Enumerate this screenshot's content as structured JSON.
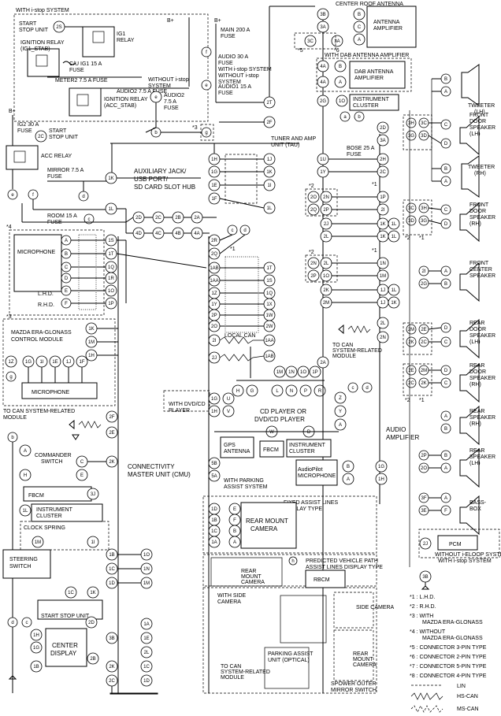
{
  "labels": {
    "with_istop_system": "WITH i-stop SYSTEM",
    "start_stop_unit_1": "START\nSTOP UNIT",
    "ig1_relay": "IG1\nRELAY",
    "ignition_relay_ig1": "IGNITION RELAY\n(IG1_STAB)",
    "cu_ig1_fuse": "C/U IG1 15 A\nFUSE",
    "meter2_fuse": "METER2 7.5 A FUSE",
    "audio2_fuse_left": "AUDIO2 7.5 A FUSE",
    "ignition_relay_acc": "IGNITION RELAY\n(ACC_STAB)",
    "bplus_1": "B+",
    "bplus_2": "B+",
    "bplus_3": "B+",
    "ig2_fuse": "IG2 30 A\nFUSE",
    "start_stop_unit_2": "START\nSTOP UNIT",
    "acc_relay": "ACC RELAY",
    "mirror_fuse": "MIRROR 7.5 A\nFUSE",
    "room_fuse": "ROOM 15 A\nFUSE",
    "without_istop_system": "WITHOUT i-stop\nSYSTEM",
    "audio2_fuse_mid": "AUDIO2\n7.5 A\nFUSE",
    "main_fuse": "MAIN 200 A\nFUSE",
    "audio_30a_fuse": "AUDIO 30 A\nFUSE",
    "with_without_istop": "WITH i-stop SYSTEM\nWITHOUT i-stop\nSYSTEM",
    "audio1_fuse": "AUDIO1 15 A\nFUSE",
    "center_roof_antenna": "CENTER ROOF ANTENNA",
    "antenna_amplifier": "ANTENNA\nAMPLIFIER",
    "with_dab_antenna_amplifier": "WITH DAB ANTENNA AMPLIFIER",
    "dab_antenna_amplifier": "DAB ANTENNA\nAMPLIFIER",
    "instrument_cluster_top": "INSTRUMENT\nCLUSTER",
    "bose_fuse": "BOSE 25 A\nFUSE",
    "tuner_amp_unit": "TUNER AND AMP\nUNIT (TAU)",
    "aux_jack": "AUXILIARY JACK/\nUSB PORT/\nSD CARD SLOT HUB",
    "tweeter_lh": "TWEETER\n(LH)",
    "front_door_speaker_lh": "FRONT\nDOOR\nSPEAKER\n(LH)",
    "tweeter_rh": "TWEETER\n(RH)",
    "front_door_speaker_rh": "FRONT\nDOOR\nSPEAKER\n(RH)",
    "front_center_speaker": "FRONT\nCENTER\nSPEAKER",
    "rear_door_speaker_lh": "REAR\nDOOR\nSPEAKER\n(LH)",
    "rear_door_speaker_rh": "REAR\nDOOR\nSPEAKER\n(RH)",
    "rear_speaker_rh": "REAR\nSPEAKER\n(RH)",
    "rear_speaker_lh": "REAR\nSPEAKER\n(LH)",
    "bass_box": "BASS-\nBOX",
    "pcm": "PCM",
    "without_iloop": "WITHOUT i-ELOOP SYSTEM\nWITH i-stop SYSTEM",
    "microphone_1": "MICROPHONE",
    "lhd": "L.H.D.",
    "rhd": "R.H.D.",
    "mazda_era_glonass": "MAZDA ERA-GLONASS\nCONTROL MODULE",
    "microphone_2": "MICROPHONE",
    "local_can": "LOCAL CAN",
    "to_can_module_1": "TO CAN SYSTEM-RELATED\nMODULE",
    "to_can_module_2": "TO CAN\nSYSTEM-RELATED\nMODULE",
    "with_dvd_player": "WITH DVD/CD\nPLAYER",
    "cd_dvd_player": "CD PLAYER OR\nDVD/CD PLAYER",
    "gps_antenna": "GPS\nANTENNA",
    "fbcm_1": "FBCM",
    "instrument_cluster_mid": "INSTRUMENT\nCLUSTER",
    "audio_amplifier": "AUDIO\nAMPLIFIER",
    "audiopilot_microphone": "AudioPilot\nMICROPHONE",
    "commander_switch": "COMMANDER\nSWITCH",
    "cmu": "CONNECTIVITY\nMASTER UNIT (CMU)",
    "with_parking_assist": "WITH PARKING\nASSIST SYSTEM",
    "fbcm_2": "FBCM",
    "instrument_cluster_left": "INSTRUMENT\nCLUSTER",
    "clock_spring": "CLOCK SPRING",
    "fixed_assist_lines": "FIXED ASSIST LINES\nDISPLAY TYPE",
    "rear_mount_camera_1": "REAR MOUNT\nCAMERA",
    "predicted_vehicle_path": "PREDICTED VEHICLE PATH\nASSIST LINES DISPLAY TYPE",
    "rear_mount_camera_2": "REAR\nMOUNT\nCAMERA",
    "rbcm": "RBCM",
    "steering_switch": "STEERING\nSWITCH",
    "start_stop_unit_3": "START STOP UNIT",
    "with_side_camera": "WITH SIDE\nCAMERA",
    "side_camera": "SIDE CAMERA",
    "center_display": "CENTER\nDISPLAY",
    "parking_assist_unit": "PARKING ASSIST\nUNIT (OPTICAL)",
    "rear_mount_camera_3": "REAR\nMOUNT\nCAMERA",
    "to_can_module_3": "TO CAN\nSYSTEM-RELATED\nMODULE",
    "power_outer_mirror": "SPOWER OUTER\nMIRROR SWITCH"
  },
  "legend": [
    "*1 : L.H.D.",
    "*2 : R.H.D.",
    "*3 : WITH\n        MAZDA ERA-GLONASS",
    "*4 : WITHOUT\n        MAZDA ERA-GLONASS",
    "*5 : CONNECTOR 3-PIN TYPE",
    "*6 : CONNECTOR 2-PIN TYPE",
    "*7 : CONNECTOR 5-PIN TYPE",
    "*8 : CONNECTOR 4-PIN TYPE"
  ],
  "line_legend": {
    "lin": "LIN",
    "hs_can": "HS-CAN",
    "ms_can": "MS-CAN"
  },
  "marks": {
    "star1": "*1",
    "star2": "*2",
    "star3": "*3",
    "star4": "*4",
    "star5": "*5",
    "star6": "*6"
  },
  "tau_pins_left": [
    "1H",
    "1G",
    "1E",
    "1F"
  ],
  "tau_pins_right": [
    "1J",
    "1K",
    "1I",
    "1L"
  ],
  "tau_pins_top": [
    "2T",
    "2F"
  ],
  "cmu_pins_upper": [
    "1T",
    "1S",
    "1Q",
    "1R",
    "1P"
  ],
  "cmu_pins_main": [
    "1AB",
    "1AA",
    "1Z",
    "1Y",
    "2P",
    "2O",
    "2M",
    "2N",
    "2I",
    "2J"
  ],
  "cmu_pins_center": [
    "1X",
    "1W",
    "1AA",
    "1AB"
  ],
  "glonass_pins": [
    "1Z",
    "1G",
    "1I",
    "1E",
    "1J",
    "1F"
  ],
  "glonass_side_pins": [
    "1K",
    "1M",
    "1H"
  ],
  "mic_pins": [
    "A",
    "B",
    "C",
    "D",
    "E",
    "F"
  ],
  "mic_conn_pins": [
    "1S",
    "1T",
    "1Q",
    "1R",
    "1O",
    "1P"
  ],
  "sd_hub_row": [
    "2D",
    "2C",
    "2B",
    "2A"
  ],
  "sd_hub_row2": [
    "4D",
    "4C",
    "4B",
    "4A"
  ],
  "amp_pins_upper": [
    "2D",
    "3A",
    "2H",
    "2C",
    "1P",
    "2I",
    "1K",
    "1L"
  ],
  "amp_pins_lower": [
    "2N",
    "2P",
    "1M",
    "1J",
    "2L",
    "2N"
  ],
  "cd_pins": [
    "H",
    "G",
    "L",
    "N",
    "P",
    "R"
  ],
  "cd_pins2": [
    "1M",
    "1N",
    "1O",
    "1P"
  ],
  "camera_pins": [
    "1D",
    "1B",
    "1C",
    "1A"
  ],
  "camera_pins_right": [
    "E",
    "F",
    "B",
    "A"
  ],
  "center_display_pins": [
    "1H",
    "1G",
    "1B"
  ],
  "center_display_pins_right": [
    "2D",
    "3B",
    "2B"
  ],
  "cmu_bottom_pins": [
    "1O",
    "1N",
    "1M",
    "1A",
    "1E",
    "2L",
    "1C",
    "1D",
    "2K",
    "2C"
  ],
  "commander_pins": [
    "A",
    "H",
    "C",
    "E"
  ],
  "left_column_pins": [
    "1K",
    "1L",
    "1I",
    "1M",
    "1B",
    "1C",
    "1AB",
    "1AA"
  ],
  "speaker_pins": [
    "A",
    "B"
  ],
  "amp_right_pins": [
    "3H",
    "3G",
    "3C",
    "3D",
    "3E",
    "3F",
    "2M",
    "2K",
    "2E",
    "2J",
    "2G",
    "2I",
    "2O",
    "2P"
  ]
}
